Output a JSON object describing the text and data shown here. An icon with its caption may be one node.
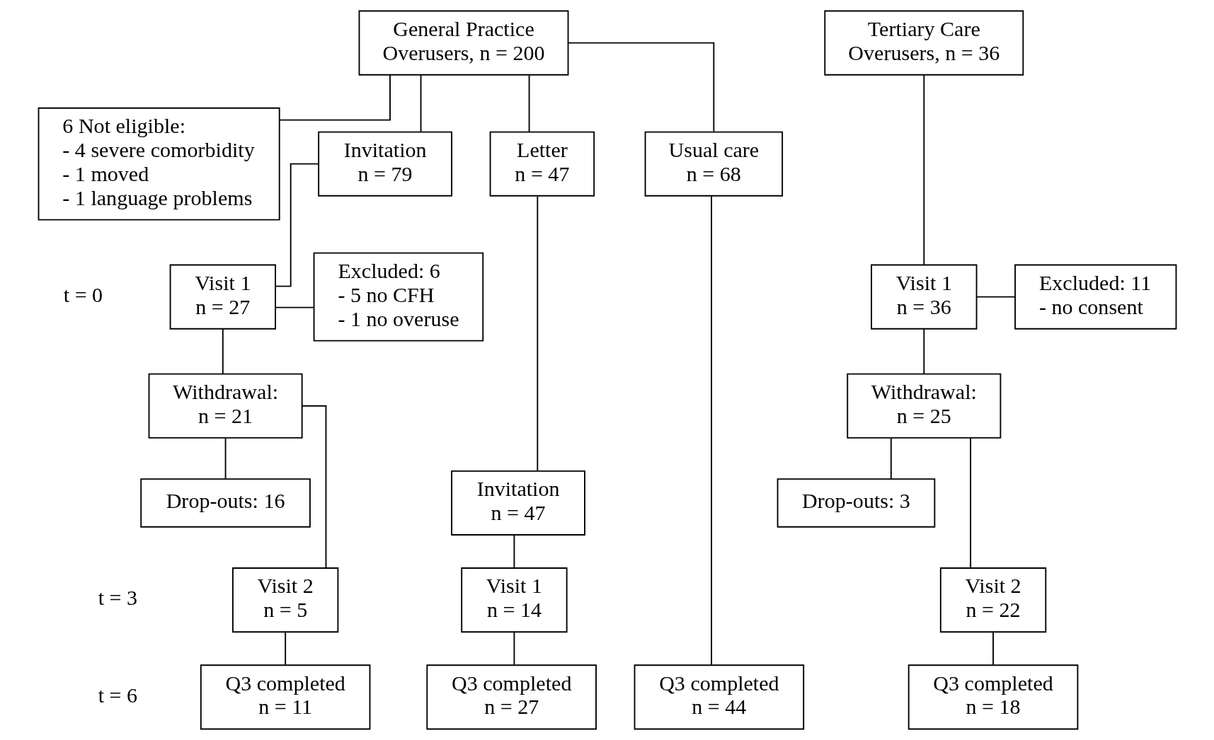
{
  "diagram": {
    "nodes": [
      {
        "text": [
          "General Practice",
          "Overusers, n = 200"
        ]
      },
      {
        "text": [
          "Tertiary Care",
          "Overusers, n = 36"
        ]
      },
      {
        "text": [
          "6 Not eligible:",
          "- 4 severe comorbidity",
          "- 1 moved",
          "- 1 language problems"
        ]
      },
      {
        "text": [
          "Invitation",
          "n = 79"
        ]
      },
      {
        "text": [
          "Letter",
          "n = 47"
        ]
      },
      {
        "text": [
          "Usual care",
          "n = 68"
        ]
      },
      {
        "text": [
          "Visit 1",
          "n = 27"
        ]
      },
      {
        "text": [
          "Excluded: 6",
          "- 5 no CFH",
          "- 1 no overuse"
        ]
      },
      {
        "text": [
          "Visit 1",
          "n = 36"
        ]
      },
      {
        "text": [
          "Excluded: 11",
          "- no consent"
        ]
      },
      {
        "text": [
          "Withdrawal:",
          "n = 21"
        ]
      },
      {
        "text": [
          "Withdrawal:",
          "n = 25"
        ]
      },
      {
        "text": [
          "Drop-outs: 16"
        ]
      },
      {
        "text": [
          "Invitation",
          "n = 47"
        ]
      },
      {
        "text": [
          "Drop-outs: 3"
        ]
      },
      {
        "text": [
          "Visit 2",
          "n = 5"
        ]
      },
      {
        "text": [
          "Visit 1",
          "n = 14"
        ]
      },
      {
        "text": [
          "Visit 2",
          "n = 22"
        ]
      },
      {
        "text": [
          "Q3 completed",
          "n = 11"
        ]
      },
      {
        "text": [
          "Q3 completed",
          "n = 27"
        ]
      },
      {
        "text": [
          "Q3 completed",
          "n = 44"
        ]
      },
      {
        "text": [
          "Q3 completed",
          "n = 18"
        ]
      }
    ],
    "edges": [
      {
        "from": 0,
        "to": 2,
        "arrow": "none"
      },
      {
        "from": 0,
        "to": 3,
        "arrow": "none"
      },
      {
        "from": 0,
        "to": 4,
        "arrow": "none"
      },
      {
        "from": 0,
        "to": 5,
        "arrow": "none"
      },
      {
        "from": 1,
        "to": 8,
        "arrow": "none"
      },
      {
        "from": 3,
        "to": 6,
        "arrow": "none"
      },
      {
        "from": 6,
        "to": 7,
        "arrow": "none"
      },
      {
        "from": 8,
        "to": 9,
        "arrow": "none"
      },
      {
        "from": 6,
        "to": 10,
        "arrow": "none"
      },
      {
        "from": 8,
        "to": 11,
        "arrow": "none"
      },
      {
        "from": 10,
        "to": 12,
        "arrow": "none"
      },
      {
        "from": 10,
        "to": 15,
        "arrow": "none"
      },
      {
        "from": 4,
        "to": 13,
        "arrow": "none"
      },
      {
        "from": 11,
        "to": 14,
        "arrow": "none"
      },
      {
        "from": 11,
        "to": 17,
        "arrow": "none"
      },
      {
        "from": 13,
        "to": 16,
        "arrow": "none"
      },
      {
        "from": 15,
        "to": 18,
        "arrow": "none"
      },
      {
        "from": 16,
        "to": 19,
        "arrow": "none"
      },
      {
        "from": 5,
        "to": 20,
        "arrow": "none"
      },
      {
        "from": 17,
        "to": 21,
        "arrow": "none"
      }
    ],
    "labels": [
      "t = 0",
      "t = 3",
      "t = 6"
    ]
  }
}
